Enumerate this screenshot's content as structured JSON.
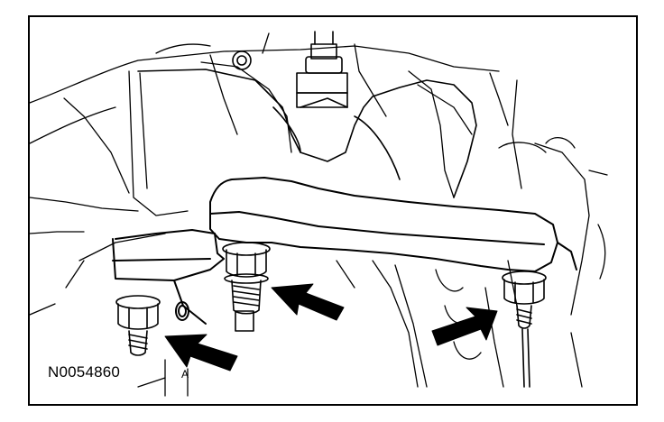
{
  "figure": {
    "id": "N0054860",
    "view_mark": "A"
  },
  "callouts": {
    "count": 3,
    "style": "solid-black-arrow"
  },
  "colors": {
    "line": "#000000",
    "background": "#ffffff"
  }
}
